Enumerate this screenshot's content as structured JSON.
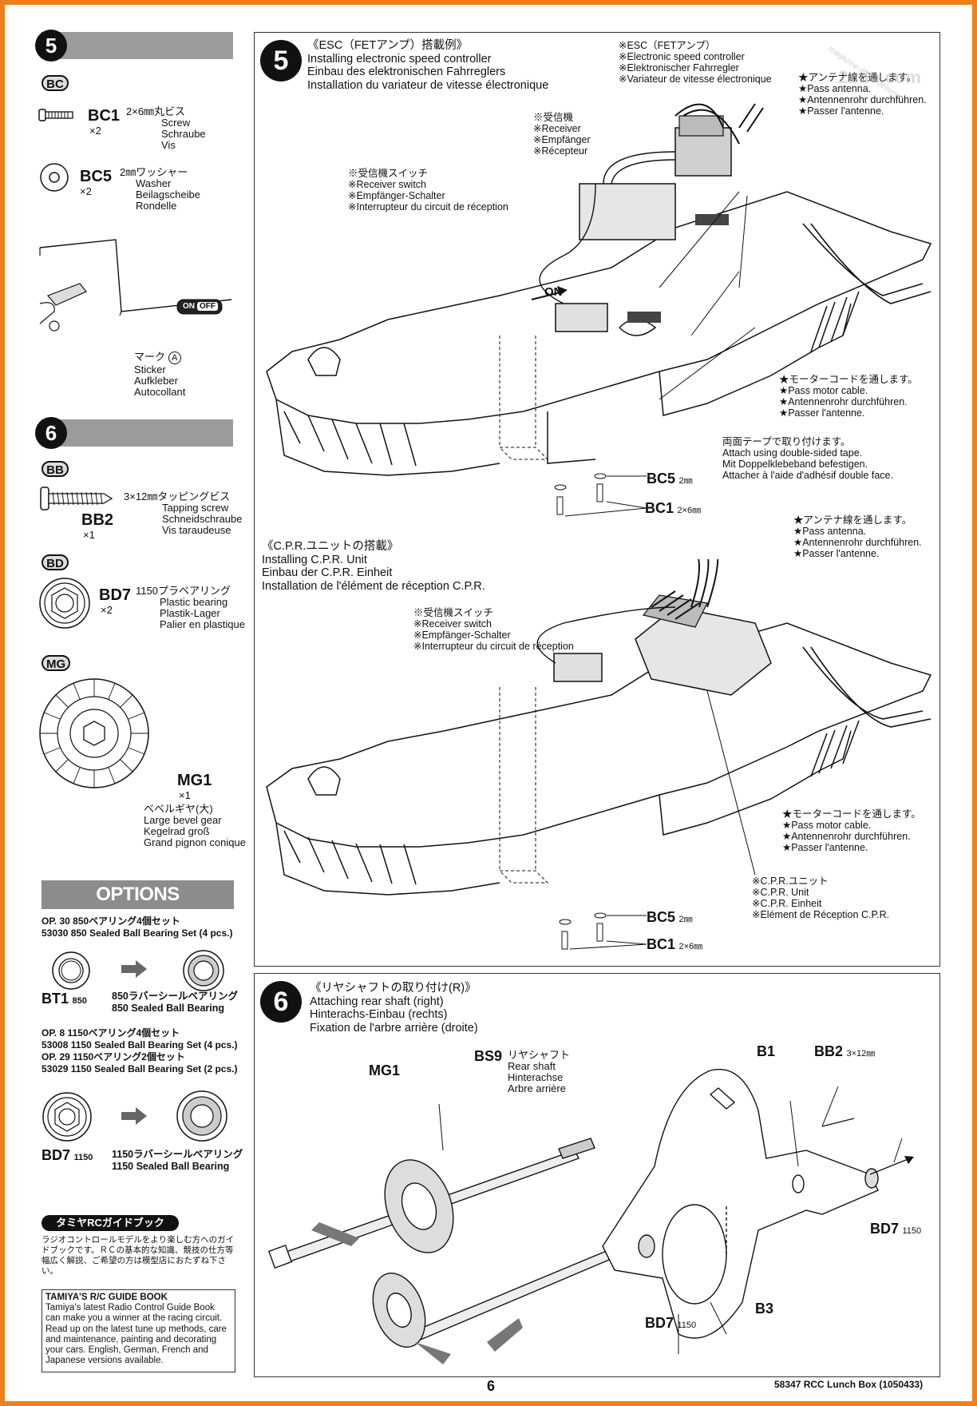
{
  "left": {
    "step5": {
      "number": "5",
      "bag": "BC",
      "bc1": {
        "code": "BC1",
        "qty": "×2",
        "size": "2×6㎜丸ビス",
        "en": "Screw",
        "de": "Schraube",
        "fr": "Vis"
      },
      "bc5": {
        "code": "BC5",
        "qty": "×2",
        "size": "2㎜ワッシャー",
        "en": "Washer",
        "de": "Beilagscheibe",
        "fr": "Rondelle"
      },
      "sticker": {
        "on": "ON",
        "off": "OFF",
        "jp": "マーク",
        "letter": "A",
        "en": "Sticker",
        "de": "Aufkleber",
        "fr": "Autocollant"
      }
    },
    "step6": {
      "number": "6",
      "bag_bb": "BB",
      "bb2": {
        "code": "BB2",
        "qty": "×1",
        "size": "3×12㎜タッピングビス",
        "en": "Tapping screw",
        "de": "Schneidschraube",
        "fr": "Vis taraudeuse"
      },
      "bag_bd": "BD",
      "bd7": {
        "code": "BD7",
        "qty": "×2",
        "size": "1150プラベアリング",
        "en": "Plastic bearing",
        "de": "Plastik-Lager",
        "fr": "Palier en plastique"
      },
      "bag_mg": "MG",
      "mg1": {
        "code": "MG1",
        "qty": "×1",
        "jp": "ベベルギヤ(大)",
        "en": "Large bevel gear",
        "de": "Kegelrad groß",
        "fr": "Grand pignon conique"
      }
    },
    "options": {
      "title": "OPTIONS",
      "op30_line1": "OP. 30  850ベアリング4個セット",
      "op30_line2": "53030 850 Sealed Ball Bearing Set (4 pcs.)",
      "bt1_code": "BT1",
      "bt1_size": "850",
      "bt1_jp": "850ラバーシールベアリング",
      "bt1_en": "850 Sealed Ball Bearing",
      "op8_line1": "OP. 8  1150ベアリング4個セット",
      "op8_line2": "53008 1150 Sealed Ball Bearing Set (4 pcs.)",
      "op29_line1": "OP. 29  1150ベアリング2個セット",
      "op29_line2": "53029 1150 Sealed Ball Bearing Set (2 pcs.)",
      "bd7_code": "BD7",
      "bd7_size": "1150",
      "bd7_jp": "1150ラバーシールベアリング",
      "bd7_en": "1150 Sealed Ball Bearing"
    },
    "guide": {
      "title": "タミヤRCガイドブック",
      "jp_text": "ラジオコントロールモデルをより楽しむ方へのガイドブックです。ＲＣの基本的な知識、競技の仕方等幅広く解説、ご希望の方は模型店におたずね下さい。",
      "en_title": "TAMIYA'S R/C GUIDE BOOK",
      "en_text": "Tamiya's latest Radio Control Guide Book can make you a winner at the racing circuit. Read up on the latest tune up methods, care and maintenance, painting and decorating your cars. English, German, French and Japanese versions available."
    }
  },
  "panel5": {
    "number": "5",
    "title_jp": "《ESC（FETアンプ）搭載例》",
    "title_en": "Installing electronic speed controller",
    "title_de": "Einbau des elektronischen Fahrreglers",
    "title_fr": "Installation du variateur de vitesse électronique",
    "esc_label": [
      "※ESC（FETアンプ）",
      "※Electronic speed controller",
      "※Elektronischer Fahrregler",
      "※Variateur de vitesse électronique"
    ],
    "antenna1": [
      "★アンテナ線を通します。",
      "★Pass antenna.",
      "★Antennenrohr durchführen.",
      "★Passer l'antenne."
    ],
    "receiver": [
      "※受信機",
      "※Receiver",
      "※Empfänger",
      "※Récepteur"
    ],
    "switch1": [
      "※受信機スイッチ",
      "※Receiver switch",
      "※Empfänger-Schalter",
      "※Interrupteur du circuit de réception"
    ],
    "on_label": "ON",
    "motor1": [
      "★モーターコードを通します。",
      "★Pass motor cable.",
      "★Antennenrohr durchführen.",
      "★Passer l'antenne."
    ],
    "tape": [
      "両面テープで取り付けます。",
      "Attach using double-sided tape.",
      "Mit Doppelklebeband befestigen.",
      "Attacher à l'aide d'adhésif double face."
    ],
    "bc5_1": "BC5",
    "bc5_1_size": "2㎜",
    "bc1_1": "BC1",
    "bc1_1_size": "2×6㎜",
    "cpr_title_jp": "《C.P.R.ユニットの搭載》",
    "cpr_title_en": "Installing C.P.R. Unit",
    "cpr_title_de": "Einbau der C.P.R. Einheit",
    "cpr_title_fr": "Installation de l'élément de réception C.P.R.",
    "antenna2": [
      "★アンテナ線を通します。",
      "★Pass antenna.",
      "★Antennenrohr durchführen.",
      "★Passer l'antenne."
    ],
    "switch2": [
      "※受信機スイッチ",
      "※Receiver switch",
      "※Empfänger-Schalter",
      "※Interrupteur du circuit de réception"
    ],
    "motor2": [
      "★モーターコードを通します。",
      "★Pass motor cable.",
      "★Antennenrohr durchführen.",
      "★Passer l'antenne."
    ],
    "cpr_unit": [
      "※C.P.R.ユニット",
      "※C.P.R. Unit",
      "※C.P.R. Einheit",
      "※Elément de Réception C.P.R."
    ],
    "bc5_2": "BC5",
    "bc5_2_size": "2㎜",
    "bc1_2": "BC1",
    "bc1_2_size": "2×6㎜"
  },
  "panel6": {
    "number": "6",
    "title_jp": "《リヤシャフトの取り付け(R)》",
    "title_en": "Attaching rear shaft (right)",
    "title_de": "Hinterachs-Einbau (rechts)",
    "title_fr": "Fixation de l'arbre arrière (droite)",
    "mg1": "MG1",
    "bs9": "BS9",
    "bs9_jp": "リヤシャフト",
    "bs9_en": "Rear shaft",
    "bs9_de": "Hinterachse",
    "bs9_fr": "Arbre arrière",
    "b1": "B1",
    "bb2": "BB2",
    "bb2_size": "3×12㎜",
    "bd7_right": "BD7",
    "bd7_right_size": "1150",
    "bd7_bottom": "BD7",
    "bd7_bottom_size": "1150",
    "b3": "B3"
  },
  "footer": {
    "page": "6",
    "info": "58347  RCC Lunch Box (1050433)"
  },
  "watermark": {
    "text1": "magazine du modélisme",
    "text2": "2ndo.com"
  },
  "colors": {
    "border": "#ef7f1a",
    "bar": "#9b9b9b",
    "options_bar": "#8c8c8c"
  }
}
